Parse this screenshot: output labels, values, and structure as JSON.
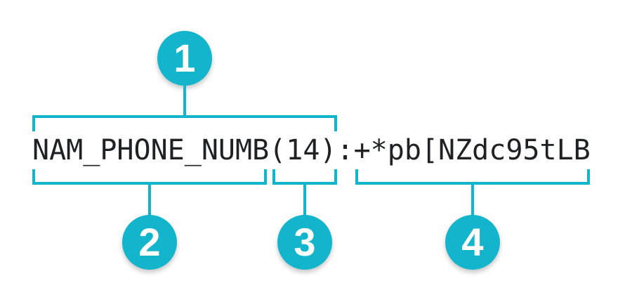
{
  "diagram": {
    "record_string": {
      "name": "NAM_PHONE_NUMB",
      "length": "(14)",
      "separator": ":",
      "value": "+*pb[NZdc95tLB"
    },
    "callouts": [
      {
        "label": "1"
      },
      {
        "label": "2"
      },
      {
        "label": "3"
      },
      {
        "label": "4"
      }
    ],
    "colors": {
      "accent": "#12b5cb",
      "text": "#202124",
      "background": "#ffffff",
      "callout-text": "#ffffff"
    }
  }
}
